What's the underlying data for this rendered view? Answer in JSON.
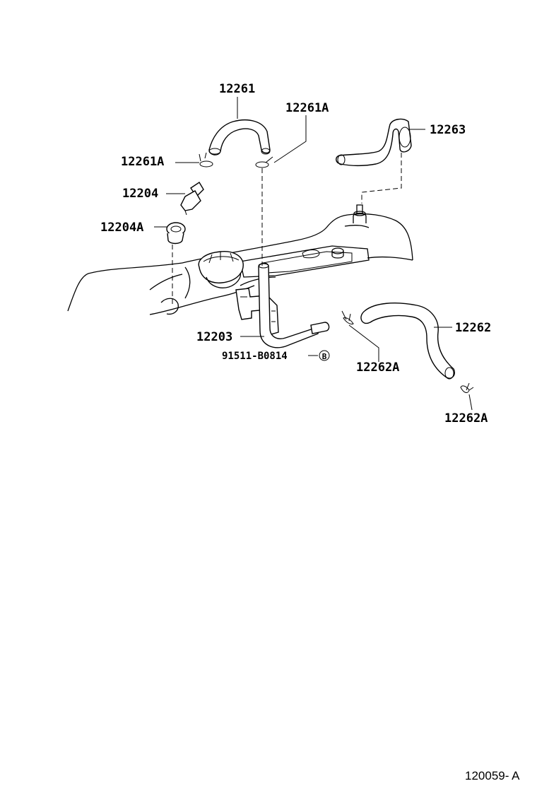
{
  "parts": {
    "p12261": "12261",
    "p12261A_top": "12261A",
    "p12261A_left": "12261A",
    "p12263": "12263",
    "p12204": "12204",
    "p12204A": "12204A",
    "p12203": "12203",
    "p91511": "91511-B0814",
    "p12262": "12262",
    "p12262A_mid": "12262A",
    "p12262A_bot": "12262A"
  },
  "marker_b": "B",
  "diagram_code": "120059- A"
}
